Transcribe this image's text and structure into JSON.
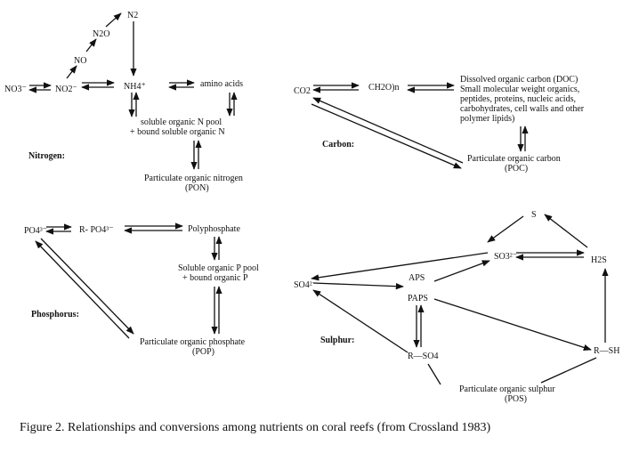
{
  "nitrogen": {
    "title": "Nitrogen:",
    "nodes": {
      "no3": "NO3⁻",
      "no2": "NO2⁻",
      "no": "NO",
      "n2o": "N2O",
      "n2": "N2",
      "nh4": "NH4⁺",
      "amino": "amino acids",
      "pool1": "soluble organic N pool",
      "pool2": "+ bound soluble organic N",
      "pon1": "Particulate organic nitrogen",
      "pon2": "(PON)"
    }
  },
  "carbon": {
    "title": "Carbon:",
    "nodes": {
      "co2": "CO2",
      "ch2o": "CH2O)n",
      "doc1": "Dissolved organic carbon (DOC)",
      "doc2": "Small molecular weight organics,",
      "doc3": "peptides, proteins, nucleic acids,",
      "doc4": "carbohydrates, cell walls and other",
      "doc5": "polymer lipids)",
      "poc1": "Particulate organic carbon",
      "poc2": "(POC)"
    }
  },
  "phosphorus": {
    "title": "Phosphorus:",
    "nodes": {
      "po4": "PO4³⁻",
      "rpo4": "R- PO4³⁻",
      "poly": "Polyphosphate",
      "pool1": "Soluble organic P pool",
      "pool2": "+ bound organic P",
      "pop1": "Particulate organic phosphate",
      "pop2": "(POP)"
    }
  },
  "sulphur": {
    "title": "Sulphur:",
    "nodes": {
      "s": "S",
      "so3": "SO3²⁻",
      "h2s": "H2S",
      "so4": "SO4²⁻",
      "aps": "APS",
      "paps": "PAPS",
      "rso4": "R—SO4",
      "rsh": "R—SH",
      "pos1": "Particulate organic sulphur",
      "pos2": "(POS)"
    }
  },
  "caption": "Figure 2. Relationships and conversions among nutrients on coral reefs (from Crossland 1983)"
}
